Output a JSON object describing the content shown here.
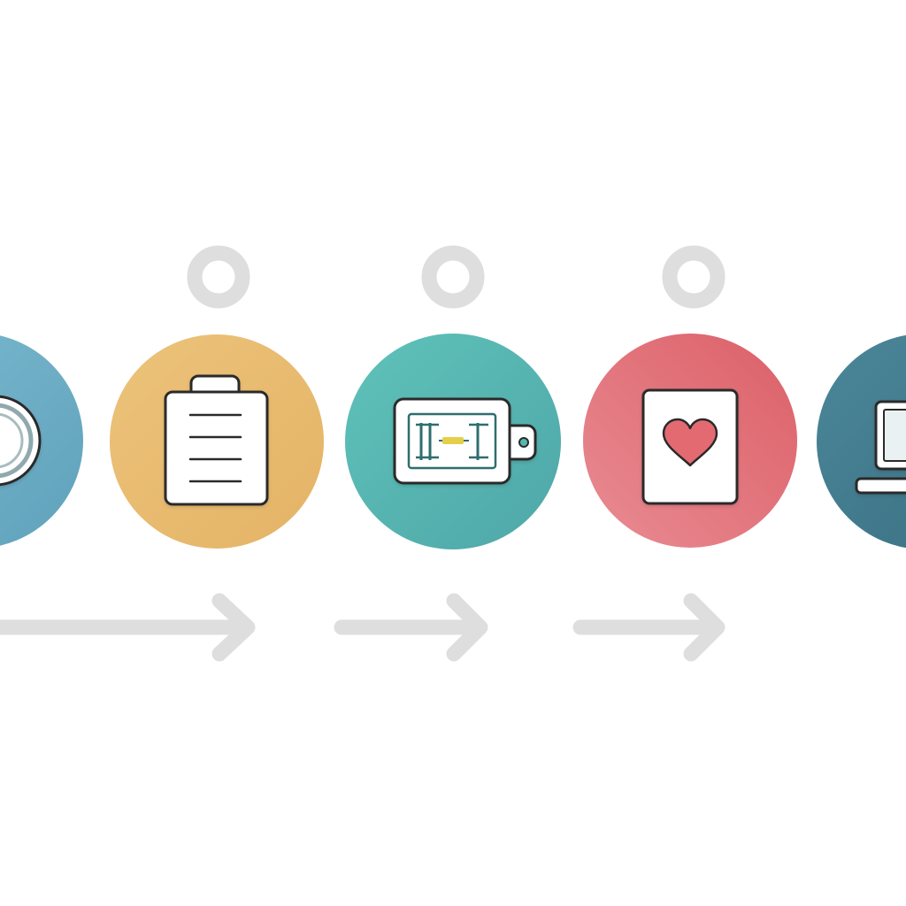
{
  "colors": {
    "background": "#ffffff",
    "connector": "#dedede",
    "step_blue": "#6eaec6",
    "step_yellow": "#e8bd6e",
    "step_teal": "#56b7b0",
    "step_red": "#e2707a",
    "step_dark_teal": "#437c8f",
    "icon_fill": "#ffffff",
    "icon_stroke": "#2b2b2b"
  },
  "steps": [
    {
      "id": "step-1",
      "icon": "disc-icon",
      "color": "step_blue",
      "has_marker": false
    },
    {
      "id": "step-2",
      "icon": "clipboard-icon",
      "color": "step_yellow",
      "has_marker": true
    },
    {
      "id": "step-3",
      "icon": "circuit-card-icon",
      "color": "step_teal",
      "has_marker": true
    },
    {
      "id": "step-4",
      "icon": "heart-card-icon",
      "color": "step_red",
      "has_marker": true
    },
    {
      "id": "step-5",
      "icon": "laptop-icon",
      "color": "step_dark_teal",
      "has_marker": false
    }
  ],
  "connectors": [
    {
      "from": "step-1",
      "to": "step-2",
      "icon": "arrow-right-icon"
    },
    {
      "from": "step-2",
      "to": "step-3",
      "icon": "arrow-right-icon"
    },
    {
      "from": "step-3",
      "to": "step-4",
      "icon": "arrow-right-icon"
    }
  ]
}
